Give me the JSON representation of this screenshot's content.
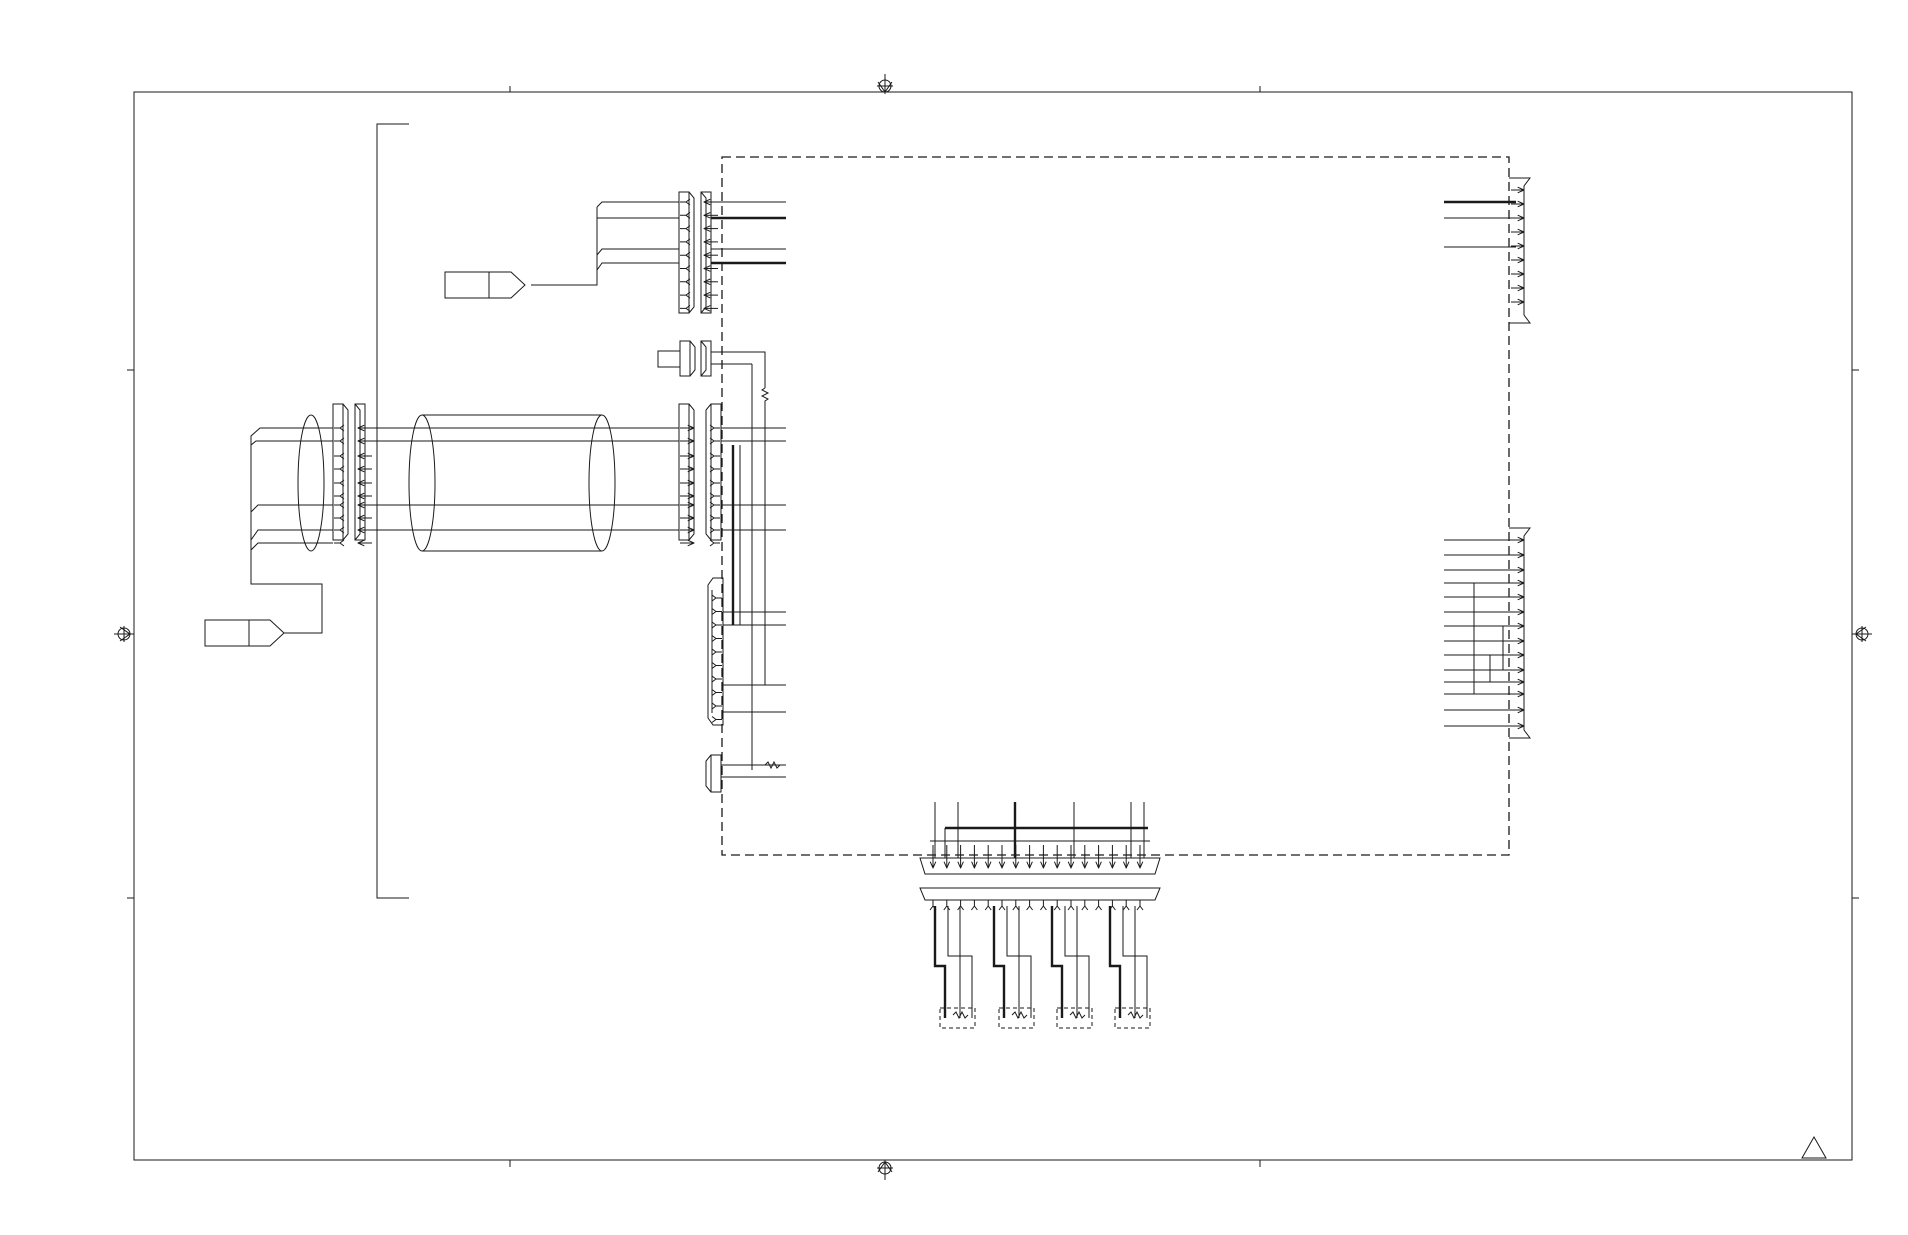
{
  "diagram": {
    "type": "wiring-schematic",
    "border_style": "drawing-frame",
    "revision_symbol": "triangle",
    "line_color": "#1a1a1a",
    "background": "#ffffff"
  }
}
